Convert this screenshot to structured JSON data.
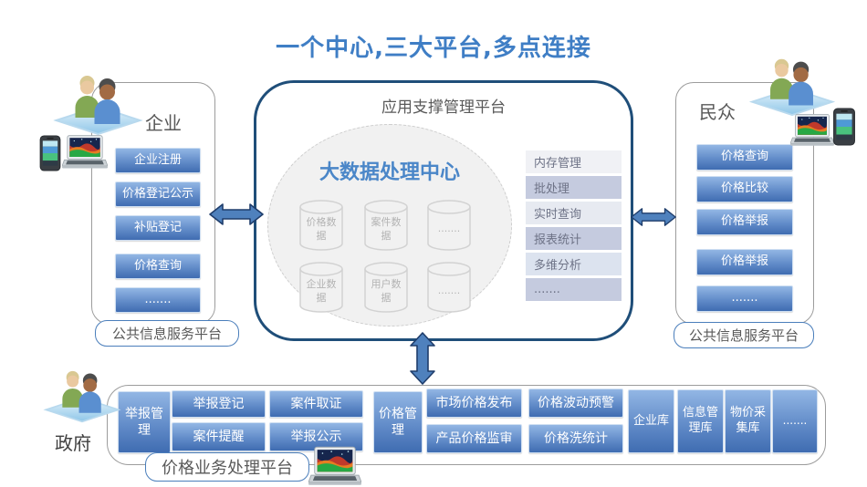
{
  "title": "一个中心,三大平台,多点连接",
  "icons": [
    "people-group-icon",
    "smartphone-icon",
    "laptop-icon"
  ],
  "colors": {
    "accent_blue": "#3f7ec5",
    "button_gradient_top": "#92b6e4",
    "button_gradient_bottom": "#3f6cb1",
    "arrow_fill": "#4f81bd",
    "center_border": "#1f4e79"
  },
  "left_panel": {
    "user_label": "企业",
    "buttons": [
      "企业注册",
      "价格登记公示",
      "补贴登记",
      "价格查询",
      "......."
    ],
    "platform_label": "公共信息服务平台"
  },
  "center_panel": {
    "title": "应用支撑管理平台",
    "core_label": "大数据处理中心",
    "databases": [
      "价格数据",
      "案件数据",
      ".......",
      "企业数据",
      "用户数据",
      "......."
    ],
    "services": [
      "内存管理",
      "批处理",
      "实时查询",
      "报表统计",
      "多维分析",
      "......."
    ]
  },
  "right_panel": {
    "user_label": "民众",
    "buttons": [
      "价格查询",
      "价格比较",
      "价格举报",
      "价格举报",
      "......."
    ],
    "platform_label": "公共信息服务平台"
  },
  "bottom_panel": {
    "user_label": "政府",
    "platform_label": "价格业务处理平台",
    "buttons": [
      "举报管理",
      "举报登记",
      "案件提醒",
      "案件取证",
      "举报公示",
      "价格管理",
      "市场价格发布",
      "产品价格监审",
      "价格波动预警",
      "价格洗统计",
      "企业库",
      "信息管理库",
      "物价采集库",
      "......."
    ]
  }
}
